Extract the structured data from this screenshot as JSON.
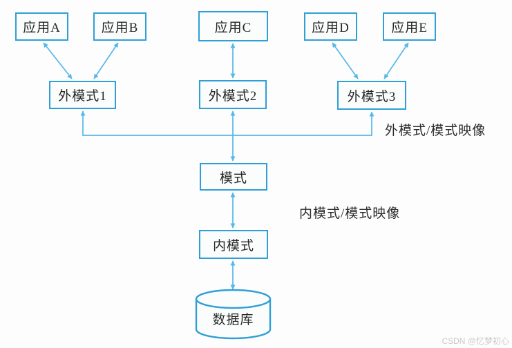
{
  "diagram": {
    "type": "database-three-schema-architecture",
    "nodes": {
      "app_a": "应用A",
      "app_b": "应用B",
      "app_c": "应用C",
      "app_d": "应用D",
      "app_e": "应用E",
      "ext_schema_1": "外模式1",
      "ext_schema_2": "外模式2",
      "ext_schema_3": "外模式3",
      "schema": "模式",
      "internal_schema": "内模式",
      "database": "数据库"
    },
    "labels": {
      "external_mapping": "外模式/模式映像",
      "internal_mapping": "内模式/模式映像"
    },
    "connections": [
      {
        "from": "app_a",
        "to": "ext_schema_1",
        "style": "double-arrow"
      },
      {
        "from": "app_b",
        "to": "ext_schema_1",
        "style": "double-arrow"
      },
      {
        "from": "app_c",
        "to": "ext_schema_2",
        "style": "double-arrow"
      },
      {
        "from": "app_d",
        "to": "ext_schema_3",
        "style": "double-arrow"
      },
      {
        "from": "app_e",
        "to": "ext_schema_3",
        "style": "double-arrow"
      },
      {
        "from": "ext_schema_1",
        "to": "schema",
        "style": "bus-arrow-up"
      },
      {
        "from": "ext_schema_2",
        "to": "schema",
        "style": "double-arrow"
      },
      {
        "from": "ext_schema_3",
        "to": "schema",
        "style": "bus-arrow-up"
      },
      {
        "from": "schema",
        "to": "internal_schema",
        "style": "double-arrow"
      },
      {
        "from": "internal_schema",
        "to": "database",
        "style": "double-arrow"
      }
    ],
    "colors": {
      "box_border": "#2f9fd6",
      "box_fill": "#fbfdfd",
      "arrow": "#54b8e8",
      "text": "#262626",
      "watermark": "#c9c9c9",
      "background": "#fdfdfd"
    },
    "watermark": "CSDN @忆梦初心"
  }
}
